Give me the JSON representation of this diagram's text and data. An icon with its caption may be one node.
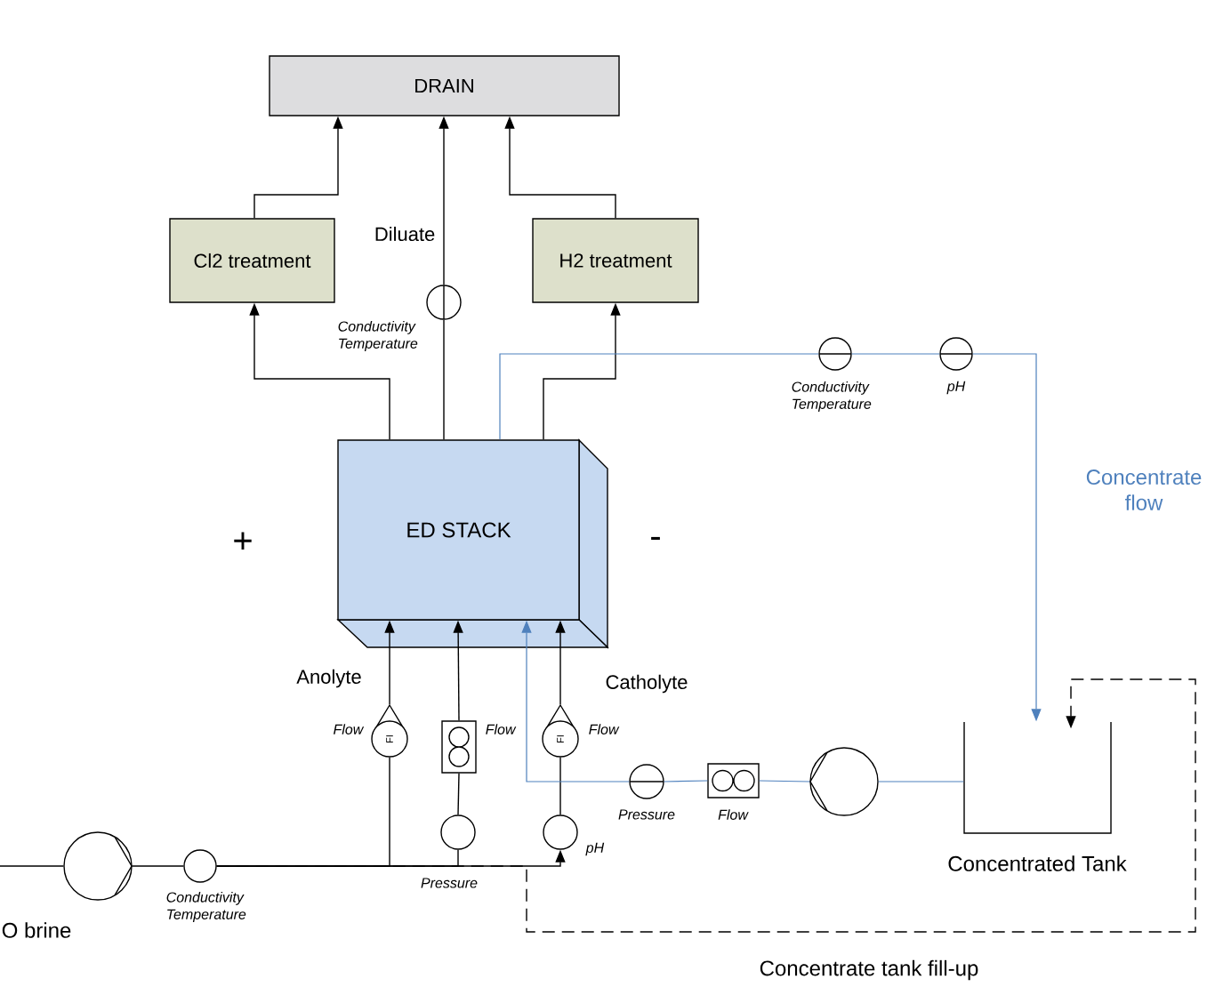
{
  "diagram": {
    "nodes": [
      {
        "text": [
          "DRAIN"
        ]
      },
      {
        "text": [
          "Cl2 treatment"
        ]
      },
      {
        "text": [
          "H2 treatment"
        ]
      },
      {
        "text": [
          "ED STACK"
        ]
      },
      {
        "text": [
          "Concentrated Tank"
        ]
      },
      {
        "text": [],
        "shape": "pump"
      },
      {
        "text": [],
        "shape": "circle",
        "beside": [
          "Conductivity Temperature"
        ]
      },
      {
        "text": [
          "FI"
        ],
        "beside": [
          "Flow"
        ]
      },
      {
        "text": [],
        "shape": "box",
        "beside": [
          "Flow"
        ]
      },
      {
        "text": [],
        "shape": "circle",
        "beside": [
          "Pressure"
        ]
      },
      {
        "text": [
          "FI"
        ],
        "beside": [
          "Flow"
        ]
      },
      {
        "text": [],
        "shape": "circle",
        "beside": [
          "pH"
        ]
      },
      {
        "text": [],
        "shape": "circle",
        "beside": [
          "Conductivity Temperature"
        ]
      },
      {
        "text": [],
        "shape": "circle",
        "beside": [
          "Conductivity Temperature"
        ]
      },
      {
        "text": [],
        "shape": "circle",
        "beside": [
          "pH"
        ]
      },
      {
        "text": [],
        "shape": "circle",
        "beside": [
          "Pressure"
        ]
      },
      {
        "text": [],
        "shape": "box",
        "beside": [
          "Flow"
        ]
      },
      {
        "text": [],
        "shape": "pump"
      }
    ],
    "edges": [
      {
        "from": null,
        "to": 5,
        "arrow": "none"
      },
      {
        "from": 5,
        "to": 6,
        "arrow": "none"
      },
      {
        "from": 6,
        "to": 7,
        "arrow": "none"
      },
      {
        "from": 6,
        "to": 9,
        "arrow": "none"
      },
      {
        "from": 6,
        "to": 11,
        "arrow": "to"
      },
      {
        "from": 9,
        "to": 8,
        "arrow": "none"
      },
      {
        "from": 8,
        "to": 3,
        "arrow": "to"
      },
      {
        "from": 7,
        "to": 3,
        "arrow": "to"
      },
      {
        "from": 11,
        "to": 10,
        "arrow": "none"
      },
      {
        "from": 10,
        "to": 3,
        "arrow": "to"
      },
      {
        "from": 3,
        "to": 1,
        "arrow": "to"
      },
      {
        "from": 1,
        "to": 0,
        "arrow": "to"
      },
      {
        "from": 3,
        "to": 12,
        "arrow": "none"
      },
      {
        "from": 12,
        "to": 0,
        "arrow": "to"
      },
      {
        "from": 3,
        "to": 2,
        "arrow": "to"
      },
      {
        "from": 2,
        "to": 0,
        "arrow": "to"
      },
      {
        "from": 3,
        "to": 13,
        "arrow": "none",
        "color": "#4f81bd"
      },
      {
        "from": 13,
        "to": 14,
        "arrow": "none",
        "color": "#4f81bd"
      },
      {
        "from": 14,
        "to": 4,
        "arrow": "to",
        "color": "#4f81bd"
      },
      {
        "from": 4,
        "to": 17,
        "arrow": "none",
        "color": "#4f81bd"
      },
      {
        "from": 17,
        "to": 16,
        "arrow": "none",
        "color": "#4f81bd"
      },
      {
        "from": 16,
        "to": 15,
        "arrow": "none",
        "color": "#4f81bd"
      },
      {
        "from": 15,
        "to": 3,
        "arrow": "to",
        "color": "#4f81bd"
      },
      {
        "from": 6,
        "to": 4,
        "arrow": "to",
        "style": "dashed"
      }
    ],
    "labels": [
      "Diluate",
      "Concentrate flow",
      "+",
      "-",
      "Anolyte",
      "Catholyte",
      "O brine",
      "Concentrate tank fill-up"
    ]
  }
}
